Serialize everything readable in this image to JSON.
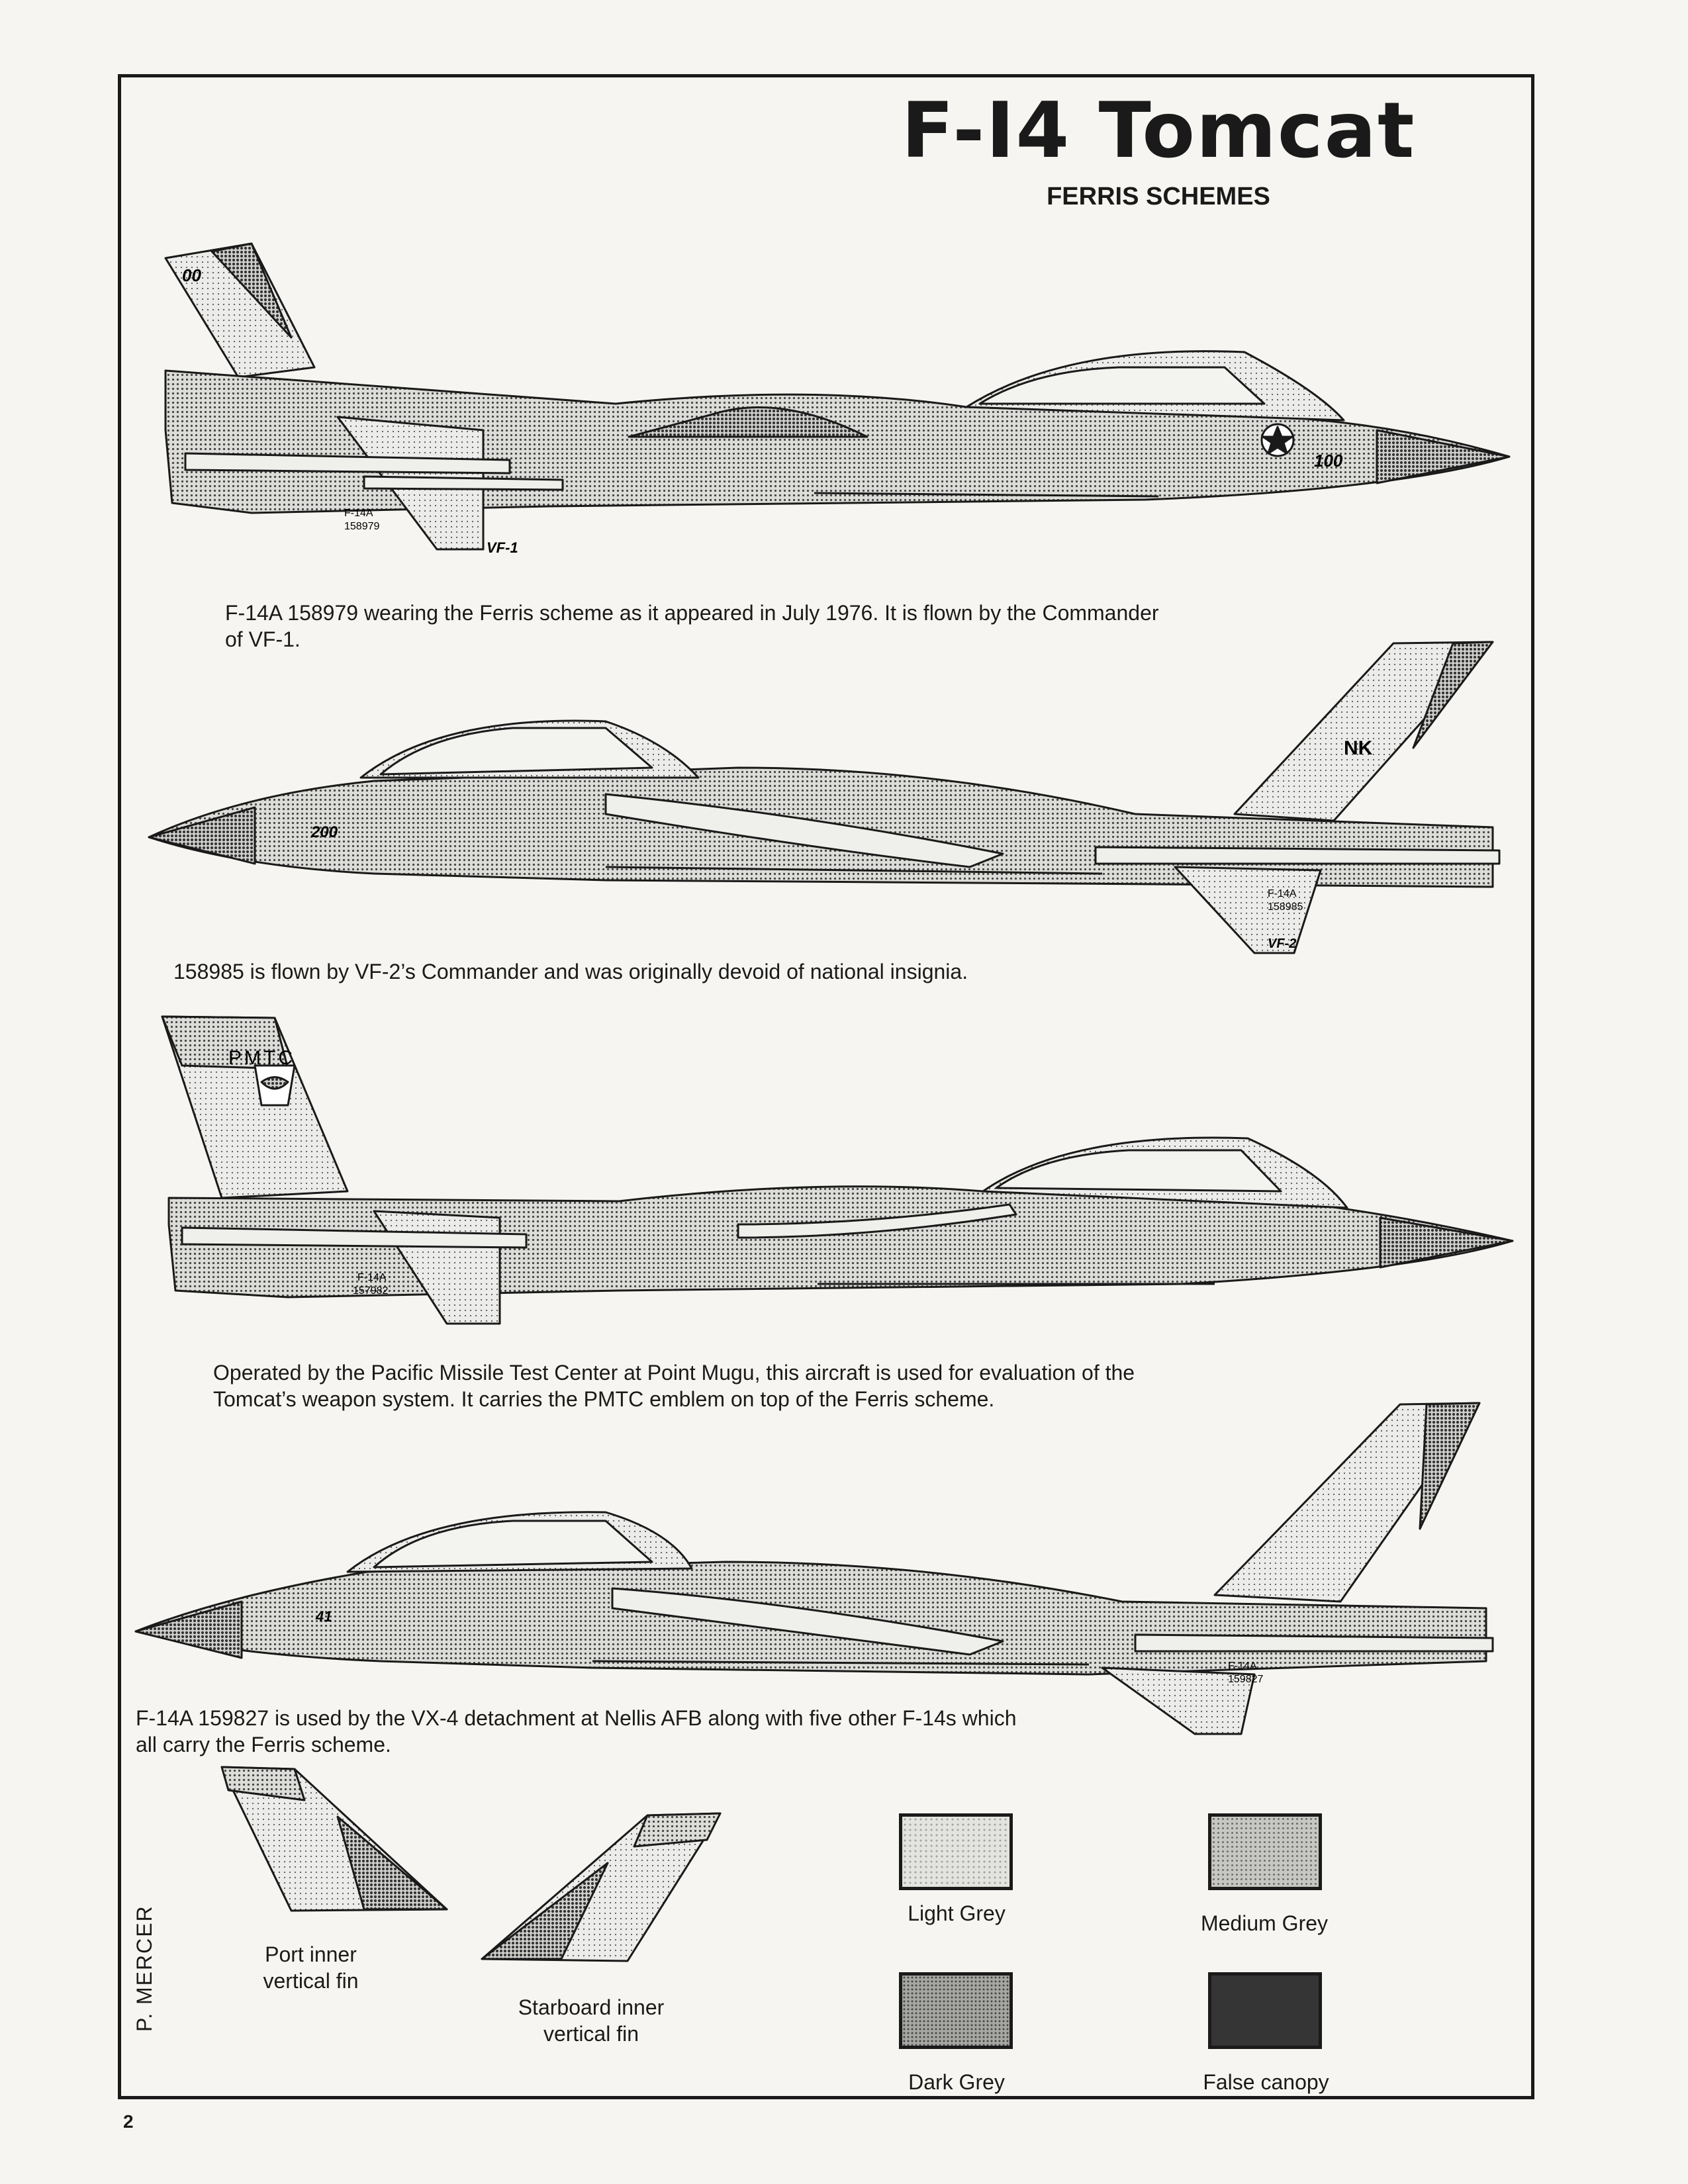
{
  "title": "F-I4 Tomcat",
  "subtitle": "FERRIS SCHEMES",
  "aircraft": [
    {
      "caption": "F-14A 158979 wearing the Ferris scheme as it appeared in July 1976. It is flown by the Commander of VF-1.",
      "markings": {
        "tail_code": "00",
        "nose_number": "100",
        "serial": "158979",
        "type": "F-14A",
        "squadron": "VF-1"
      }
    },
    {
      "caption": "158985 is flown by VF-2’s Commander and was originally devoid of national insignia.",
      "markings": {
        "tail_code": "NK",
        "nose_number": "200",
        "serial": "158985",
        "type": "F-14A",
        "squadron": "VF-2"
      }
    },
    {
      "caption": "Operated by the Pacific Missile Test Center at Point Mugu, this aircraft is used for evaluation of the Tomcat’s weapon system. It carries the PMTC emblem on top of the Ferris scheme.",
      "markings": {
        "tail_code": "PMTC",
        "serial": "157982",
        "type": "F-14A"
      }
    },
    {
      "caption": "F-14A 159827 is used by the VX-4 detachment at Nellis AFB along with five other F-14s which all carry the Ferris scheme.",
      "markings": {
        "nose_number": "41",
        "serial": "159827",
        "type": "F-14A"
      }
    }
  ],
  "fins": {
    "port": "Port inner vertical fin",
    "starboard": "Starboard inner vertical fin"
  },
  "legend": [
    {
      "label": "Light Grey",
      "color": "#e3e3e0"
    },
    {
      "label": "Medium Grey",
      "color": "#c6c6c3"
    },
    {
      "label": "Dark Grey",
      "color": "#a6a6a3"
    },
    {
      "label": "False canopy",
      "color": "#353535"
    }
  ],
  "credit": "P. MERCER",
  "page_number": "2"
}
